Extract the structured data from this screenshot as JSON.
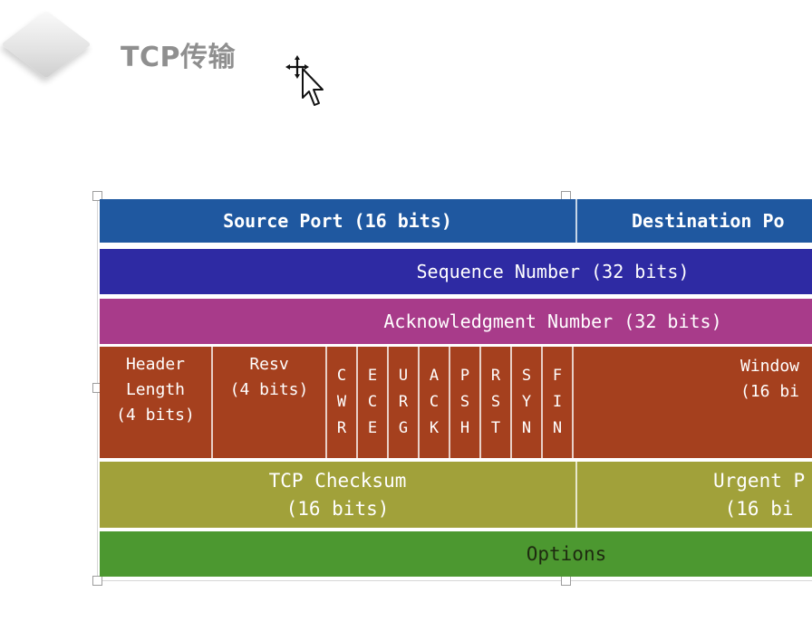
{
  "slide": {
    "title": "TCP传输"
  },
  "diagram": {
    "row1": {
      "source_port": "Source Port (16 bits)",
      "destination_port": "Destination Po"
    },
    "row2": {
      "sequence_number": "Sequence Number (32 bits)"
    },
    "row3": {
      "acknowledgment_number": "Acknowledgment Number (32 bits)"
    },
    "row4": {
      "header_length": "Header\nLength\n(4 bits)",
      "resv": "Resv\n(4 bits)",
      "flags": [
        {
          "id": "cwr",
          "label": "C\nW\nR"
        },
        {
          "id": "ece",
          "label": "E\nC\nE"
        },
        {
          "id": "urg",
          "label": "U\nR\nG"
        },
        {
          "id": "ack",
          "label": "A\nC\nK"
        },
        {
          "id": "psh",
          "label": "P\nS\nH"
        },
        {
          "id": "rst",
          "label": "R\nS\nT"
        },
        {
          "id": "syn",
          "label": "S\nY\nN"
        },
        {
          "id": "fin",
          "label": "F\nI\nN"
        }
      ],
      "window": "Window\n(16 bi"
    },
    "row5": {
      "checksum": "TCP Checksum\n(16 bits)",
      "urgent": "Urgent P\n(16 bi"
    },
    "row6": {
      "options": "Options"
    },
    "colors": {
      "source_port_row": "#1f58a0",
      "sequence_row": "#2e2aa3",
      "acknowledgment_row": "#a83b8a",
      "flags_row": "#a5401e",
      "checksum_row": "#a1a13a",
      "options_row": "#4c9830"
    }
  },
  "icons": {
    "cursor": "move-cursor-icon",
    "decoration": "diamond-icon"
  }
}
